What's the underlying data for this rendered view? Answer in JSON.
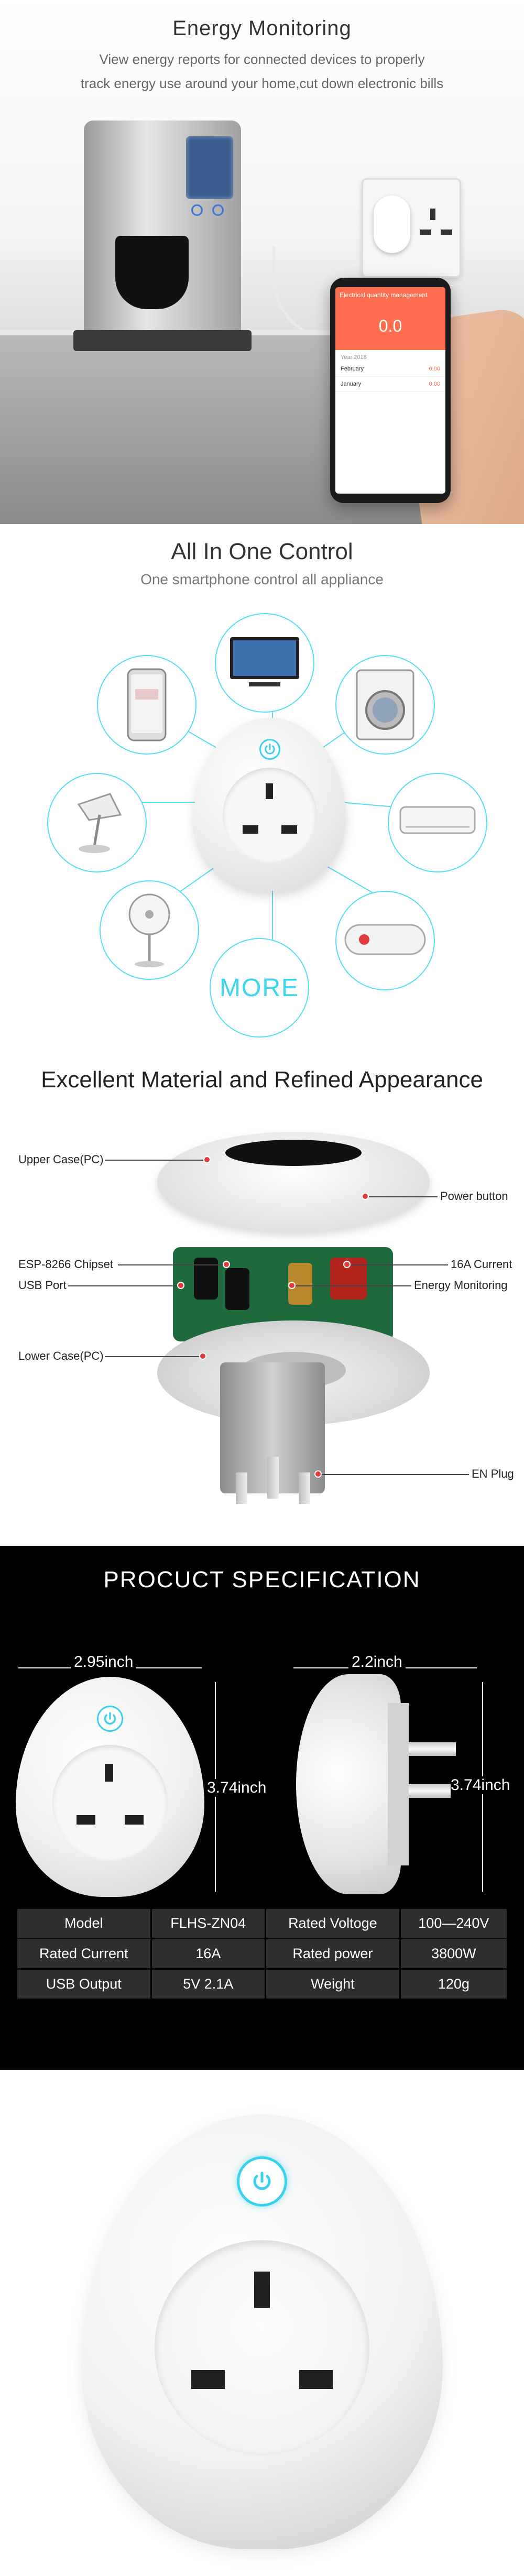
{
  "energy": {
    "title": "Energy Monitoring",
    "subtitle_line1": "View energy reports for connected devices to properly",
    "subtitle_line2": "track energy use around your home,cut down electronic bills",
    "app": {
      "header": "Electrical quantity management",
      "reading": "0.0",
      "year": "Year 2018",
      "rows": [
        {
          "month": "February",
          "value": "0.00"
        },
        {
          "month": "January",
          "value": "0.00"
        }
      ]
    }
  },
  "control": {
    "title": "All In One Control",
    "subtitle": "One smartphone control all appliance",
    "more_label": "MORE",
    "devices": [
      "smartphone-icon",
      "tv-icon",
      "washing-machine-icon",
      "lamp-icon",
      "air-conditioner-icon",
      "fan-icon",
      "water-heater-icon"
    ]
  },
  "material": {
    "title": "Excellent Material and Refined Appearance",
    "labels": {
      "upper_case": "Upper Case(PC)",
      "power_button": "Power button",
      "chipset": "ESP-8266 Chipset",
      "usb_port": "USB Port",
      "current": "16A Current",
      "energy_monitoring": "Energy Monitoring",
      "lower_case": "Lower Case(PC)",
      "en_plug": "EN Plug"
    }
  },
  "spec": {
    "title": "PROCUCT SPECIFICATION",
    "width_dim": "2.95inch",
    "depth_dim": "2.2inch",
    "height_dim_front": "3.74inch",
    "height_dim_side": "3.74inch",
    "table": [
      {
        "k1": "Model",
        "v1": "FLHS-ZN04",
        "k2": "Rated Voltoge",
        "v2": "100—240V"
      },
      {
        "k1": "Rated Current",
        "v1": "16A",
        "k2": "Rated power",
        "v2": "3800W"
      },
      {
        "k1": "USB Output",
        "v1": "5V 2.1A",
        "k2": "Weight",
        "v2": "120g"
      }
    ]
  },
  "colors": {
    "accent": "#39d1ee",
    "app_orange": "#ff6f4f",
    "marker_red": "#e23b3b"
  }
}
